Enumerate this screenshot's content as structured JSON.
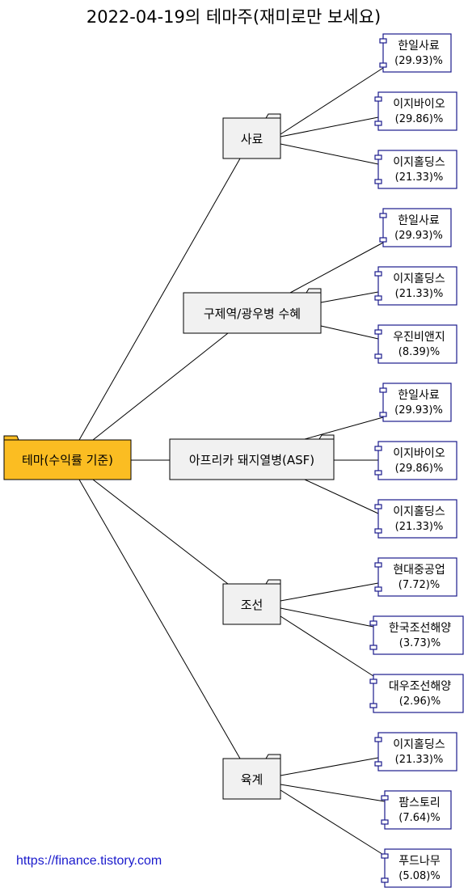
{
  "title": "2022-04-19의 테마주(재미로만 보세요)",
  "source_link": "https://finance.tistory.com",
  "colors": {
    "root_fill": "#fbbd22",
    "theme_fill": "#f1f1f1",
    "leaf_border": "#1a1a8c",
    "link": "#1a1acc"
  },
  "root": {
    "label": "테마(수익률 기준)"
  },
  "themes": [
    {
      "label": "사료",
      "stocks": [
        {
          "name": "한일사료",
          "pct": "(29.93)%"
        },
        {
          "name": "이지바이오",
          "pct": "(29.86)%"
        },
        {
          "name": "이지홀딩스",
          "pct": "(21.33)%"
        }
      ]
    },
    {
      "label": "구제역/광우병 수혜",
      "stocks": [
        {
          "name": "한일사료",
          "pct": "(29.93)%"
        },
        {
          "name": "이지홀딩스",
          "pct": "(21.33)%"
        },
        {
          "name": "우진비앤지",
          "pct": "(8.39)%"
        }
      ]
    },
    {
      "label": "아프리카 돼지열병(ASF)",
      "stocks": [
        {
          "name": "한일사료",
          "pct": "(29.93)%"
        },
        {
          "name": "이지바이오",
          "pct": "(29.86)%"
        },
        {
          "name": "이지홀딩스",
          "pct": "(21.33)%"
        }
      ]
    },
    {
      "label": "조선",
      "stocks": [
        {
          "name": "현대중공업",
          "pct": "(7.72)%"
        },
        {
          "name": "한국조선해양",
          "pct": "(3.73)%"
        },
        {
          "name": "대우조선해양",
          "pct": "(2.96)%"
        }
      ]
    },
    {
      "label": "육계",
      "stocks": [
        {
          "name": "이지홀딩스",
          "pct": "(21.33)%"
        },
        {
          "name": "팜스토리",
          "pct": "(7.64)%"
        },
        {
          "name": "푸드나무",
          "pct": "(5.08)%"
        }
      ]
    }
  ]
}
